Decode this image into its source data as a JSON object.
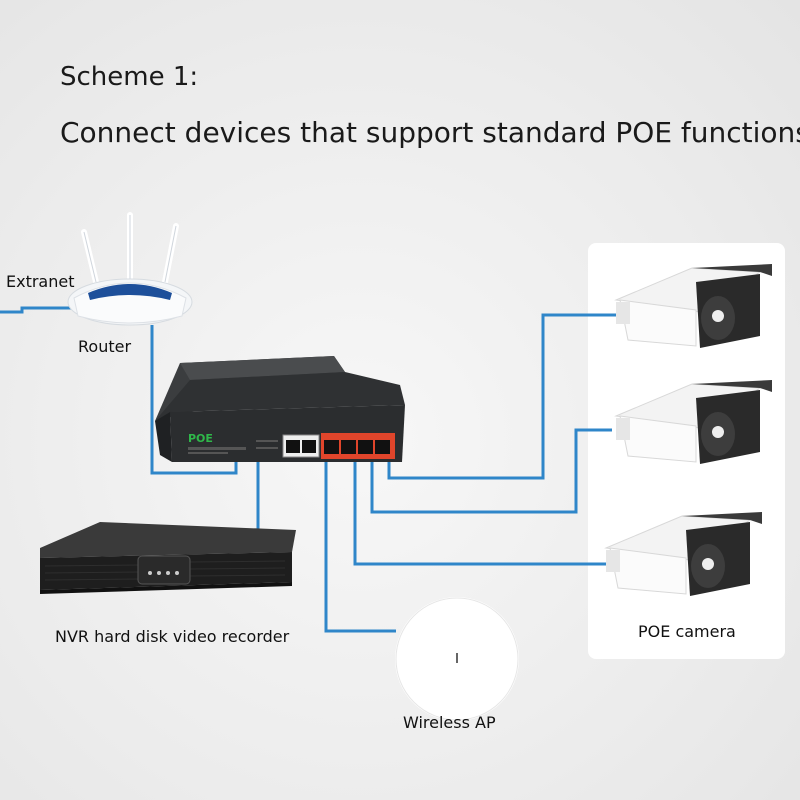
{
  "title": {
    "line1": "Scheme 1:",
    "line2": "Connect devices that support standard POE functions"
  },
  "labels": {
    "extranet": "Extranet",
    "router": "Router",
    "nvr": "NVR hard disk video recorder",
    "wireless_ap": "Wireless AP",
    "poe_camera": "POE camera"
  },
  "switch": {
    "brand": "POE"
  },
  "colors": {
    "cable": "#2f86c9",
    "switch_body": "#2b2d2f",
    "port_highlight": "#e0452b",
    "brand_green": "#2fb84a",
    "router_band": "#1d4f9a",
    "camera_dark": "#2a2a2a"
  }
}
